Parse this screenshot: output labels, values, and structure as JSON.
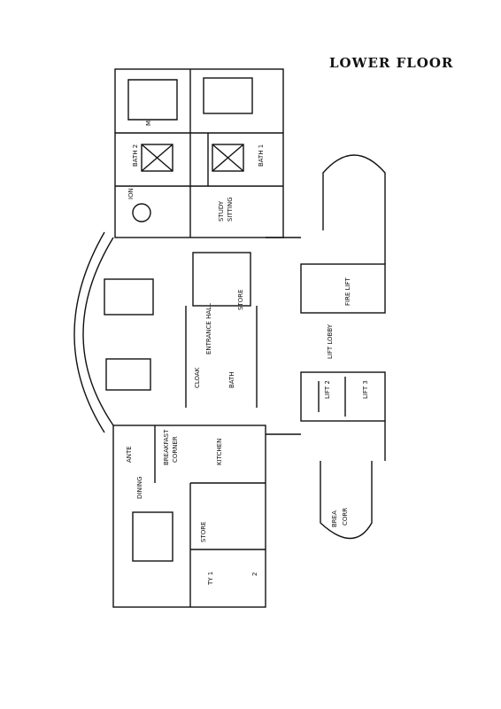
{
  "title": "LOWER FLOOR",
  "rooms": {
    "bath2": "BATH 2",
    "bath1": "BATH 1",
    "study": "STUDY",
    "sitting": "SITTING",
    "m": "M",
    "ion": "ION",
    "entrance_hall": "ENTRANCE HALL",
    "store_top": "STORE",
    "cloak": "CLOAK",
    "bath": "BATH",
    "breakfast": "BREAKFAST",
    "corner": "CORNER",
    "kitchen": "KITCHEN",
    "ante": "ANTE",
    "dining": "DINING",
    "store_bottom": "STORE",
    "ty1": "TY 1",
    "two": "2",
    "fire_lift": "FIRE LIFT",
    "lift_lobby": "LIFT LOBBY",
    "lift2": "LIFT 2",
    "lift3": "LIFT 3",
    "brea": "BREA",
    "corr": "CORR"
  }
}
